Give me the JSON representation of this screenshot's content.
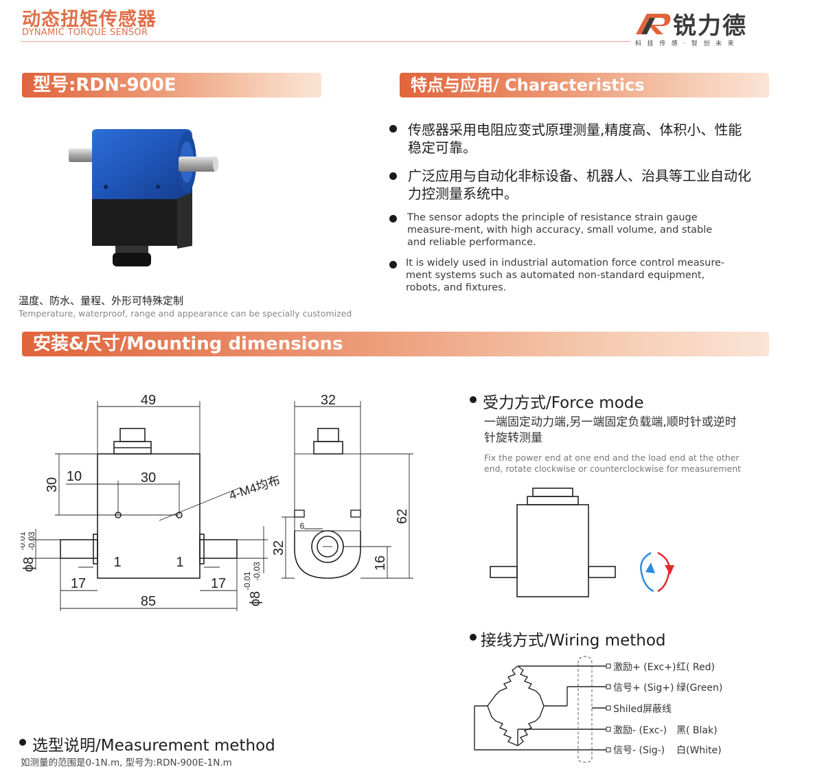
{
  "header": {
    "title_cn": "动态扭矩传感器",
    "title_en": "DYNAMIC TORQUE SENSOR",
    "brand_name": "锐力德",
    "brand_slogan": "科技传感·智创未来"
  },
  "model": {
    "label": "型号:RDN-900E"
  },
  "characteristics": {
    "title": "特点与应用/ Characteristics",
    "items_cn": [
      "传感器采用电阻应变式原理测量,精度高、体积小、性能稳定可靠。",
      "广泛应用与自动化非标设备、机器人、治具等工业自动化力控测量系统中。"
    ],
    "items_en": [
      "The sensor adopts the principle of resistance strain gauge measure-ment, with high accuracy, small volume, and stable and reliable performance.",
      "It is widely used in industrial automation force control measure-ment systems such as automated non-standard equipment, robots, and fixtures."
    ]
  },
  "customization": {
    "cn": "温度、防水、量程、外形可特殊定制",
    "en": "Temperature, waterproof, range and appearance can be specially customized"
  },
  "mounting": {
    "title": "安装&尺寸/Mounting dimensions",
    "dims": {
      "width_top": "49",
      "height_left": "30",
      "left_offset": "10",
      "hole_spacing": "30",
      "holes_note": "4-M4均布",
      "shaft_dia_left": "ϕ8",
      "tol_upper": "-0.01",
      "tol_lower": "-0.03",
      "step_left": "1",
      "step_right": "1",
      "shaft_len_left": "17",
      "shaft_len_right": "17",
      "overall_len": "85",
      "shaft_dia_right": "ϕ8",
      "side_width": "32",
      "side_small": "6",
      "side_height": "62",
      "side_center_height": "32",
      "side_bottom": "16"
    }
  },
  "force_mode": {
    "title": "受力方式/Force mode",
    "cn": "一端固定动力端,另一端固定负载端,顺时针或逆时针旋转测量",
    "en": "Fix the power end at one end and the load end at the other end, rotate clockwise or counterclockwise for measurement"
  },
  "wiring": {
    "title": "接线方式/Wiring method",
    "wires": [
      {
        "label": "激励+ (Exc+)",
        "color_label": "红( Red)"
      },
      {
        "label": "信号+ (Sig+)",
        "color_label": "绿(Green)"
      },
      {
        "label": "Shiled屏蔽线",
        "color_label": ""
      },
      {
        "label": "激励- (Exc-)",
        "color_label": "黑( Blak)"
      },
      {
        "label": "信号- (Sig-)",
        "color_label": "白(White)"
      }
    ]
  },
  "measurement": {
    "title": "选型说明/Measurement method",
    "text": "如测量的范围是0-1N.m, 型号为:RDN-900E-1N.m"
  },
  "colors": {
    "accent": "#e0643c",
    "accent_light": "#fbe4d6",
    "sensor_blue": "#1f55b8",
    "sensor_black": "#1c1c1c",
    "arrow_blue": "#2a8ee0",
    "arrow_red": "#e02a2a"
  }
}
